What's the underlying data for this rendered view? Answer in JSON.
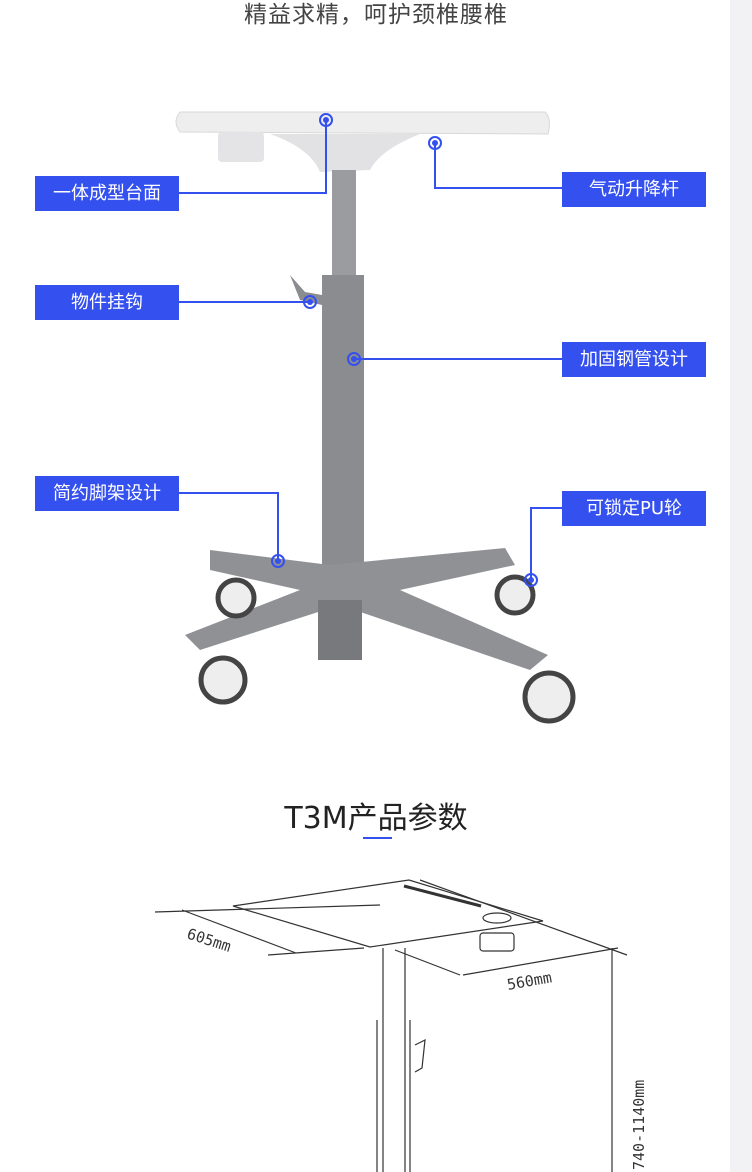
{
  "headline": "精益求精，呵护颈椎腰椎",
  "features": [
    {
      "label": "一体成型台面"
    },
    {
      "label": "气动升降杆"
    },
    {
      "label": "物件挂钩"
    },
    {
      "label": "加固钢管设计"
    },
    {
      "label": "简约脚架设计"
    },
    {
      "label": "可锁定PU轮"
    }
  ],
  "specs": {
    "title": "T3M产品参数",
    "depth": "605mm",
    "width": "560mm",
    "height": "740-1140mm"
  },
  "colors": {
    "accent": "#3450ef"
  }
}
